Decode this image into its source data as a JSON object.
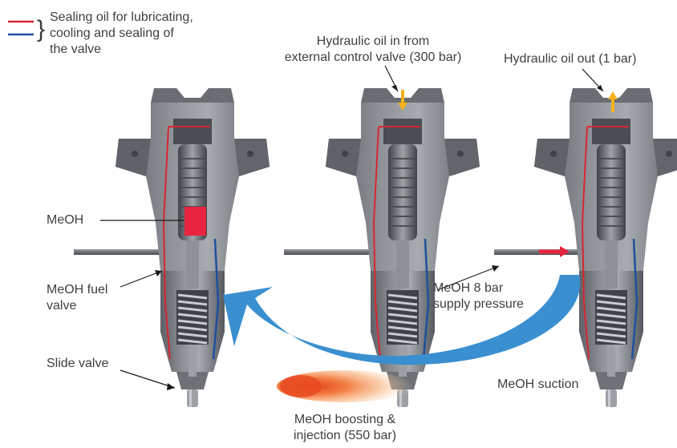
{
  "legend": {
    "text": "Sealing oil for lubricating,\ncooling and sealing of\nthe valve",
    "line_colors": [
      "#d8262f",
      "#1f4f9e"
    ]
  },
  "labels": {
    "hyd_in": "Hydraulic oil in from\nexternal control valve (300 bar)",
    "hyd_out": "Hydraulic oil out (1 bar)",
    "meoh": "MeOH",
    "fuel_valve": "MeOH fuel\nvalve",
    "slide_valve": "Slide valve",
    "supply": "MeOH 8 bar\nsupply pressure",
    "suction": "MeOH suction",
    "boosting": "MeOH boosting &\ninjection (550 bar)"
  },
  "colors": {
    "body": "#7a7e83",
    "body_dark": "#4a4e53",
    "body_light": "#b4b8bd",
    "meoh_block": "#e8243f",
    "cycle_arrow": "#3a8fd0",
    "hydraulic_arrow": "#f6b21b",
    "supply_arrow": "#e8243f",
    "flame": "#f07a3a"
  }
}
